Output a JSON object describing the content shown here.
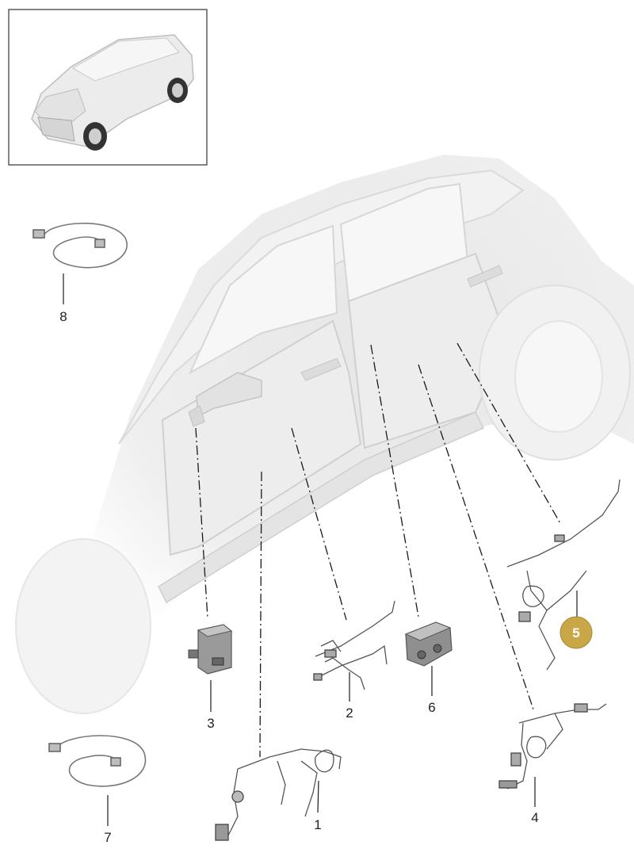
{
  "parts": [
    {
      "number": "1"
    },
    {
      "number": "2"
    },
    {
      "number": "3"
    },
    {
      "number": "4"
    },
    {
      "number": "5"
    },
    {
      "number": "6"
    },
    {
      "number": "7"
    },
    {
      "number": "8"
    }
  ],
  "highlighted_part": "5",
  "colors": {
    "highlight": "#c9a646",
    "line": "#1a1a1a",
    "car_body": "#e9e9e9",
    "car_outline": "#d2d2d2"
  }
}
